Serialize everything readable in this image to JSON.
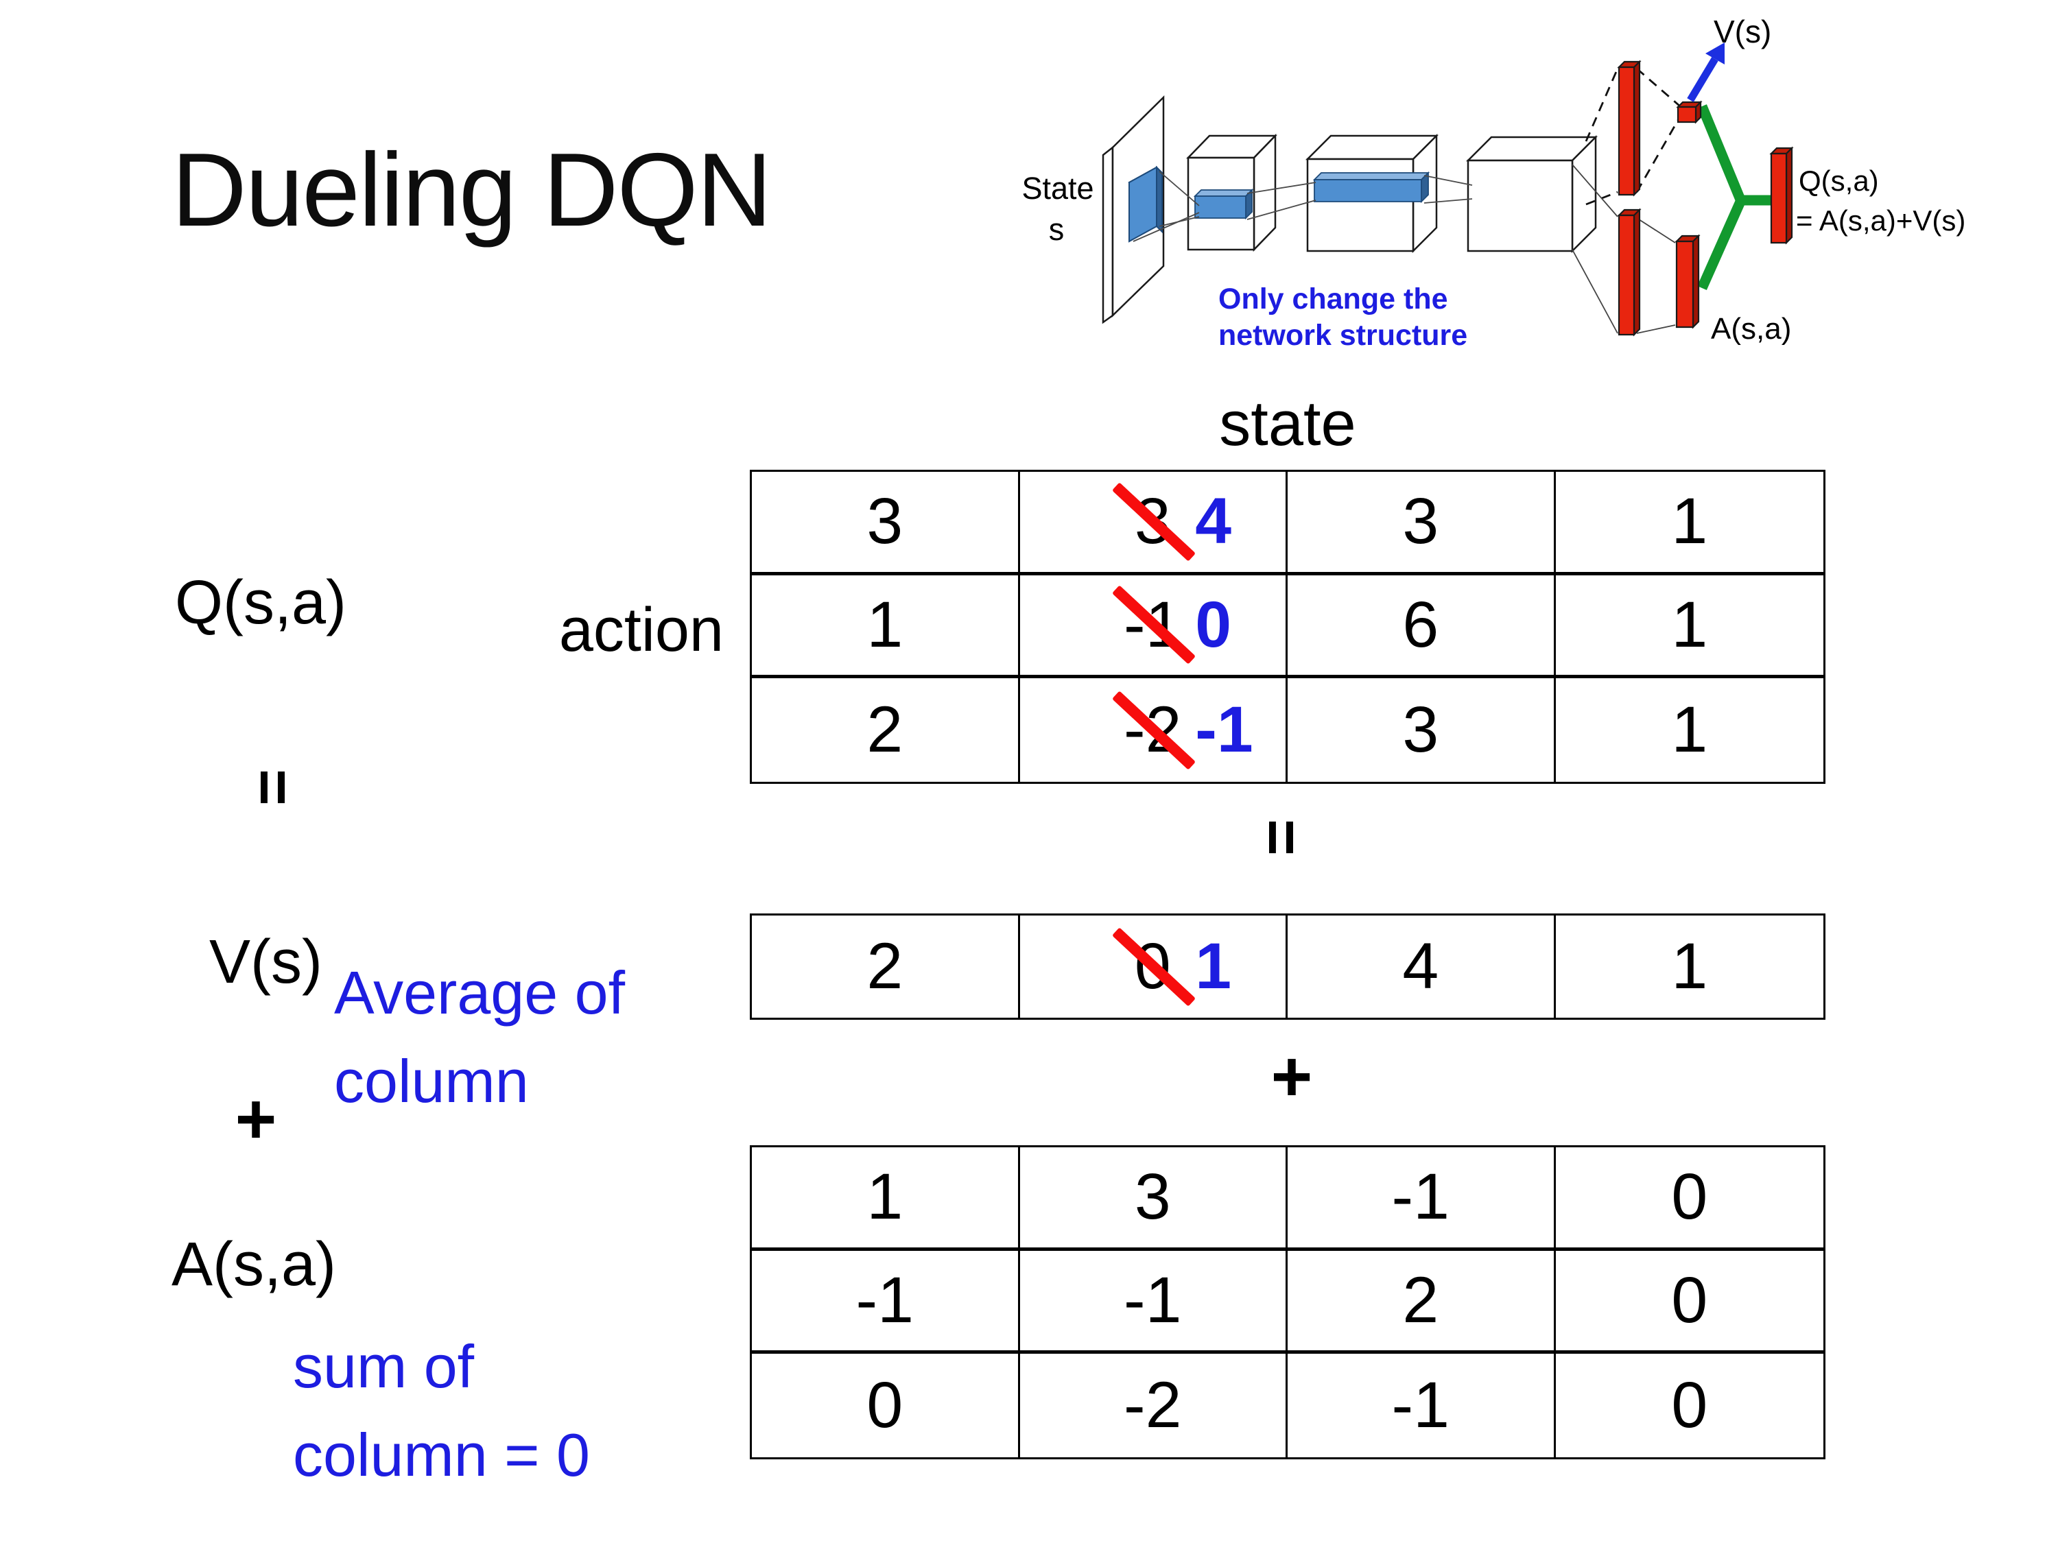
{
  "slide": {
    "title": "Dueling DQN"
  },
  "diagram": {
    "input_label_line1": "State",
    "input_label_line2": "s",
    "note_line1": "Only change the",
    "note_line2": "network structure",
    "v_output_label": "V(s)",
    "q_output_label": "Q(s,a)",
    "q_output_formula": "= A(s,a)+V(s)",
    "a_output_label": "A(s,a)"
  },
  "decomposition": {
    "q_label": "Q(s,a)",
    "state_axis": "state",
    "action_axis": "action",
    "equals_rotated_left": "=",
    "equals_rotated_mid": "=",
    "v_label": "V(s)",
    "v_note_line1": "Average of",
    "v_note_line2": "column",
    "plus_left": "+",
    "plus_mid": "+",
    "a_label": "A(s,a)",
    "a_note_line1": "sum of",
    "a_note_line2": "column = 0"
  },
  "q_table": {
    "rows": [
      [
        "3",
        {
          "old": "3",
          "new": "4"
        },
        "3",
        "1"
      ],
      [
        "1",
        {
          "old": "-1",
          "new": "0"
        },
        "6",
        "1"
      ],
      [
        "2",
        {
          "old": "-2",
          "new": "-1"
        },
        "3",
        "1"
      ]
    ]
  },
  "v_row": [
    "2",
    {
      "old": "0",
      "new": "1"
    },
    "4",
    "1"
  ],
  "a_table": {
    "rows": [
      [
        "1",
        "3",
        "-1",
        "0"
      ],
      [
        "-1",
        "-1",
        "2",
        "0"
      ],
      [
        "0",
        "-2",
        "-1",
        "0"
      ]
    ]
  },
  "colors": {
    "accent_blue": "#1d1de0",
    "cross_red": "#f70d0d",
    "bar_red": "#e8250f",
    "connector_green": "#12992e",
    "conv_blue": "#4f8fd0"
  }
}
